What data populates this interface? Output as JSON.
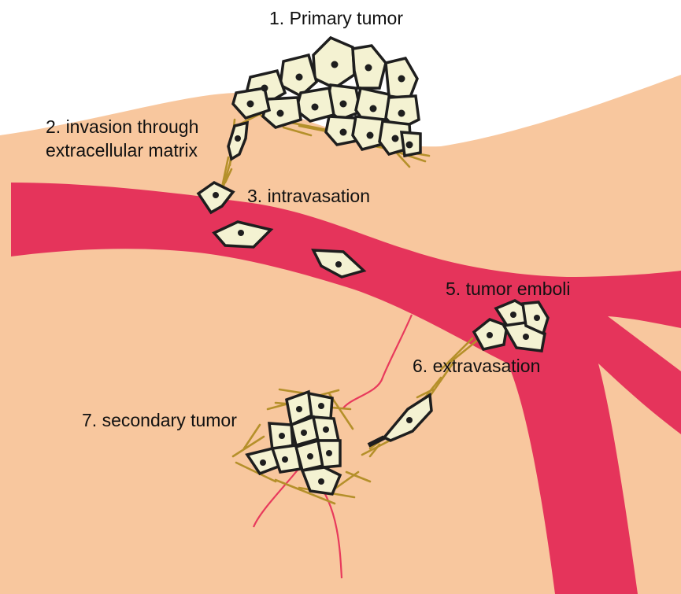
{
  "labels": {
    "primary_tumor": "1. Primary tumor",
    "invasion_line1": "2. invasion through",
    "invasion_line2": "extracellular matrix",
    "intravasation": "3. intravasation",
    "tumor_emboli": "5. tumor emboli",
    "extravasation": "6. extravasation",
    "secondary_tumor": "7. secondary tumor"
  },
  "colors": {
    "tissue": "#f8c79e",
    "vessel": "#e5345b",
    "cell_fill": "#f4f2d2",
    "cell_outline": "#1e1e1e",
    "matrix": "#b5902a",
    "capillary": "#e83a5c",
    "background": "#ffffff"
  }
}
